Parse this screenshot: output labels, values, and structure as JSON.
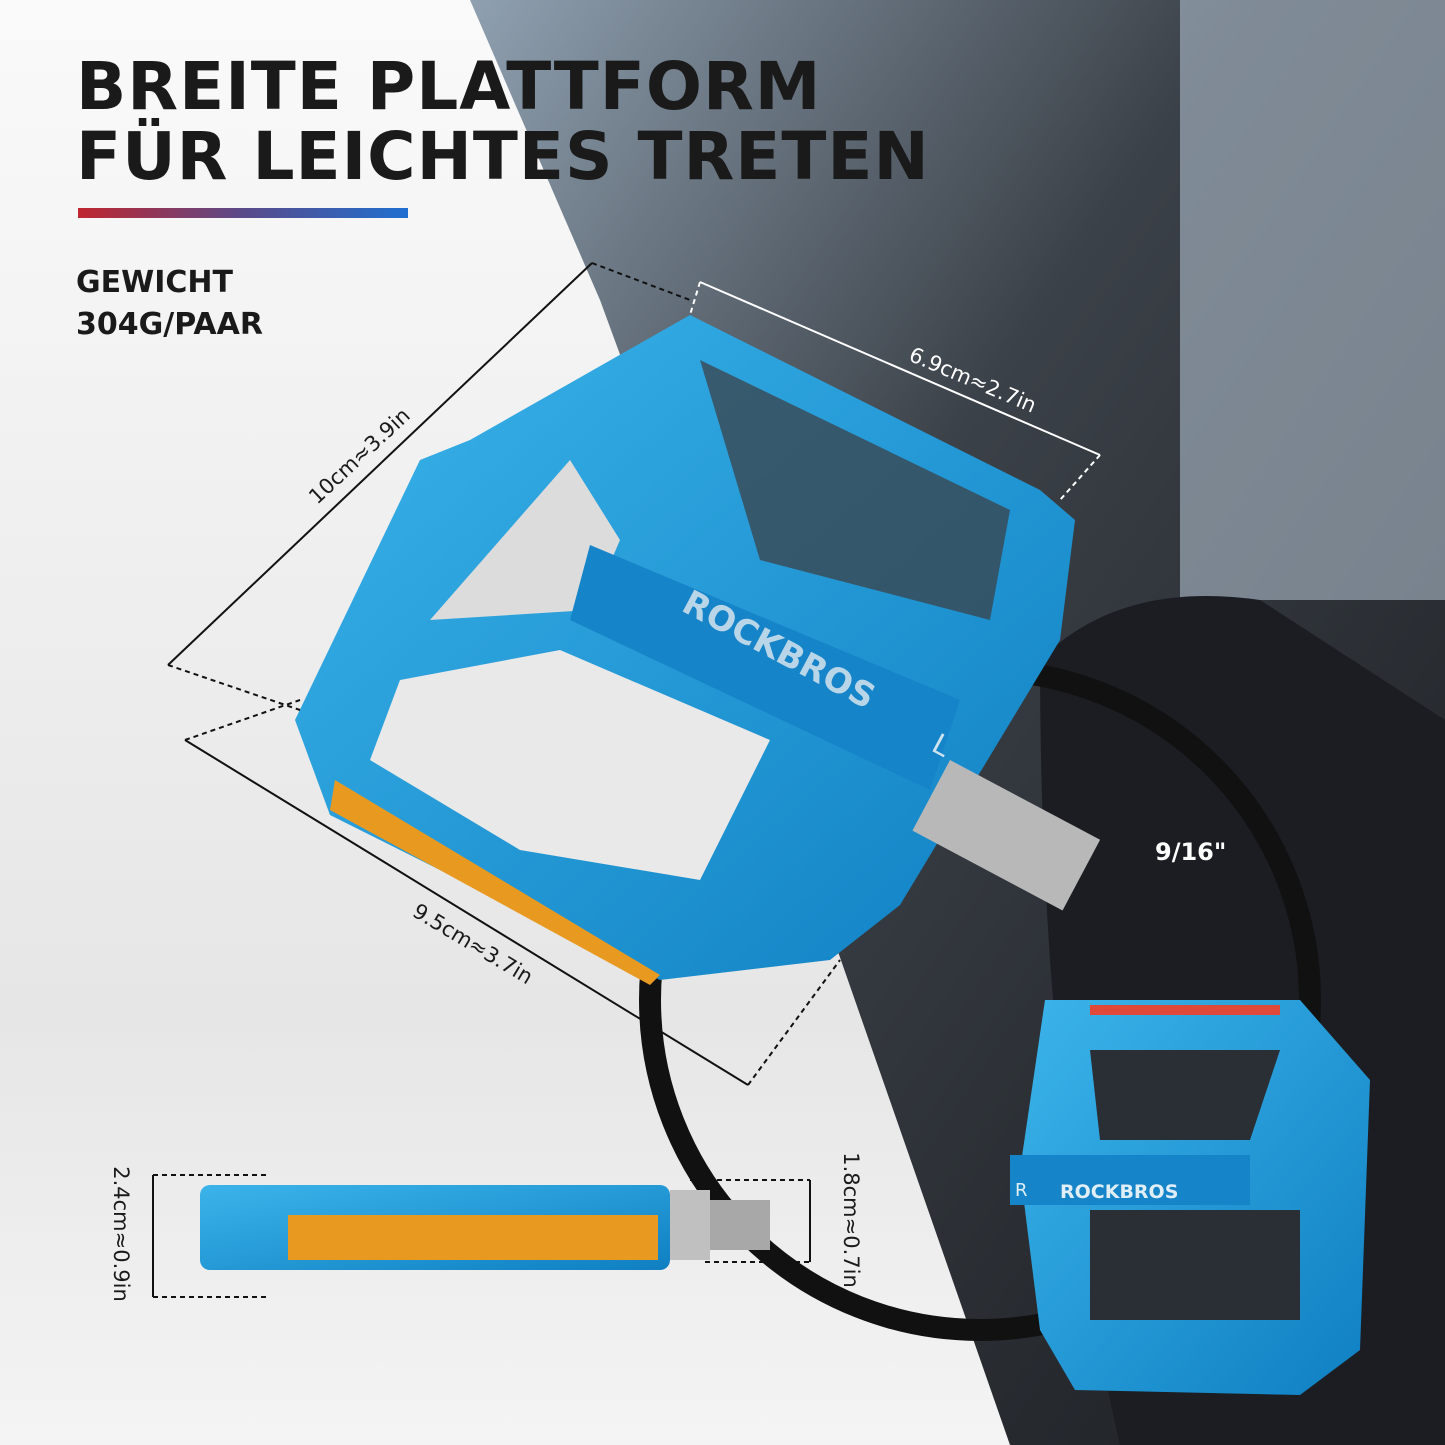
{
  "headline": {
    "line1": "BREITE PLATTFORM",
    "line2": "FÜR LEICHTES TRETEN"
  },
  "accent_gradient": [
    "#c0262f",
    "#1f6fd0"
  ],
  "weight": {
    "label": "GEWICHT",
    "value": "304G/PAAR"
  },
  "dimensions": {
    "length": "10cm≈3.9in",
    "width": "6.9cm≈2.7in",
    "front_length": "9.5cm≈3.7in",
    "thickness": "2.4cm≈0.9in",
    "axle_height": "1.8cm≈0.7in",
    "thread": "9/16\""
  },
  "product": {
    "brand": "ROCKBROS",
    "left_mark": "L",
    "right_mark": "R",
    "color": "#1e9ad6",
    "reflector_color": "#e89a20"
  }
}
